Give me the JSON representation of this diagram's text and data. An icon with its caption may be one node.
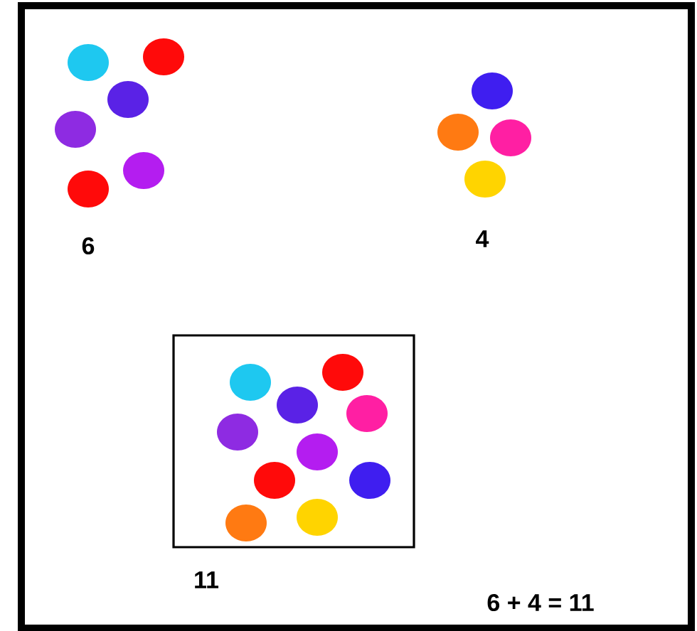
{
  "diagram": {
    "labels": [
      "6",
      "4",
      "11",
      "6 + 4 = 11"
    ]
  }
}
